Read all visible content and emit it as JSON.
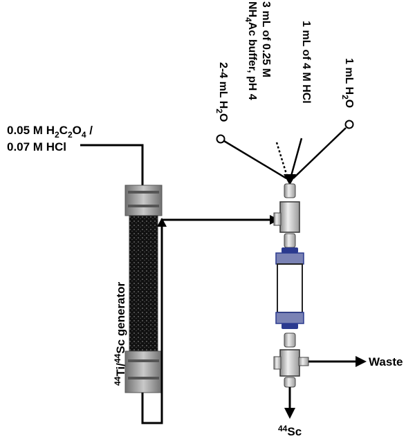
{
  "labels": {
    "eluent_line1": {
      "a": "0.05 M H",
      "s1": "2",
      "b": "C",
      "s2": "2",
      "c": "O",
      "s3": "4",
      "d": " /"
    },
    "eluent_line2": "0.07 M HCl",
    "generator": {
      "sup": "44",
      "a": "Ti/",
      "sup2": "44",
      "b": "Sc generator"
    },
    "water_left": {
      "a": "2-4 mL H",
      "s": "2",
      "b": "O"
    },
    "buffer_line1": "3 mL of 0.25 M",
    "buffer_line2": {
      "a": "NH",
      "s": "4",
      "b": "Ac  buffer, pH 4"
    },
    "hcl": "1 mL of 4 M HCl",
    "water_right": {
      "a": "1 mL H",
      "s": "2",
      "b": "O"
    },
    "waste": "Waste",
    "product": {
      "sup": "44",
      "a": "Sc"
    }
  },
  "colors": {
    "line": "#000000",
    "cap_gray": "#9a9a9a",
    "resin_dark": "#1a1a1a",
    "valve_gray": "#cfcfcf",
    "blue_ring": "#2b3a8f"
  }
}
